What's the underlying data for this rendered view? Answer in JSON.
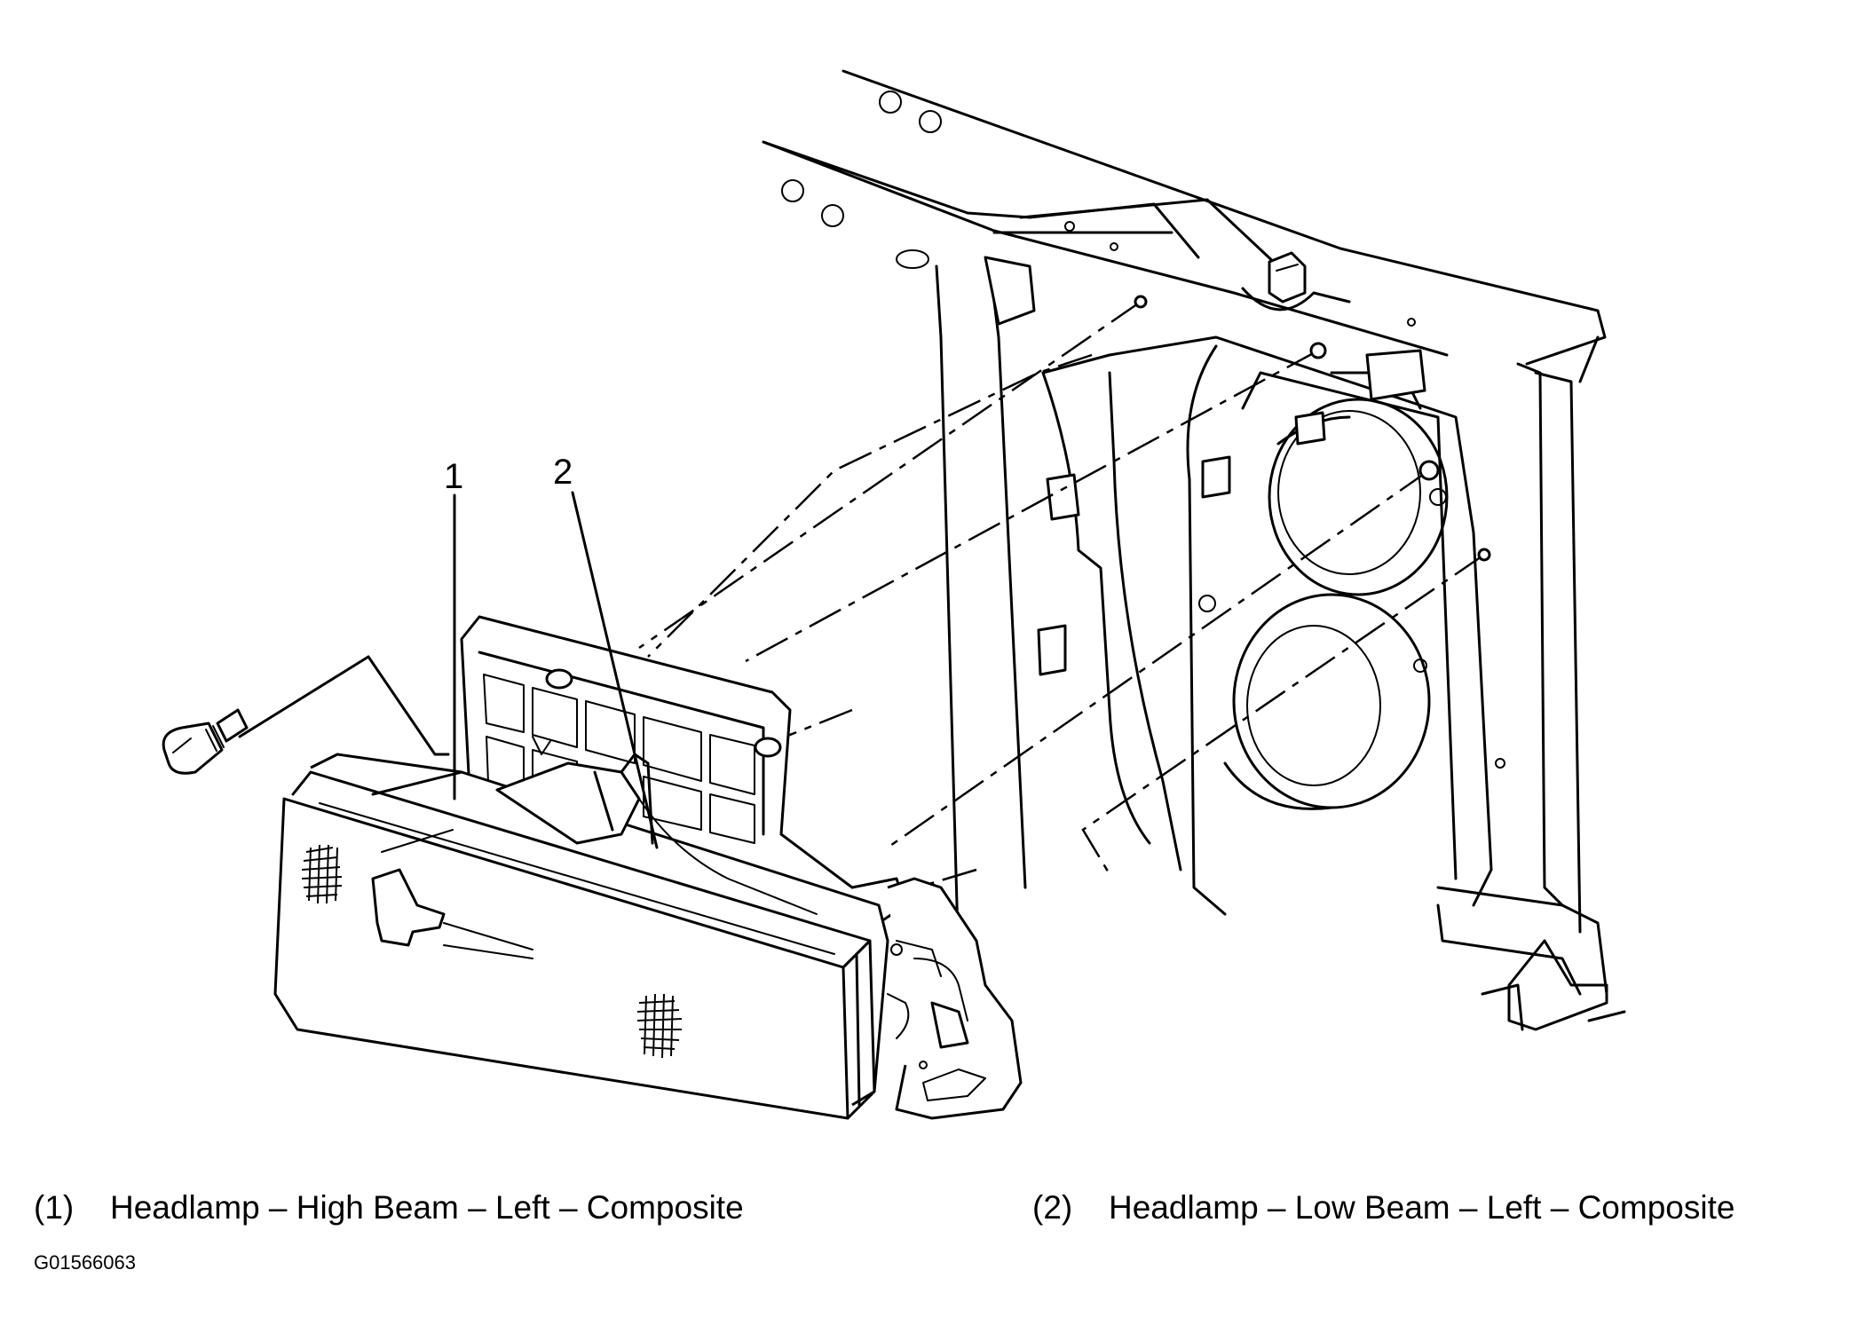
{
  "callouts": [
    {
      "id": "1",
      "label": "1"
    },
    {
      "id": "2",
      "label": "2"
    }
  ],
  "legend": [
    {
      "number": "(1)",
      "text": "Headlamp – High Beam – Left – Composite"
    },
    {
      "number": "(2)",
      "text": "Headlamp – Low Beam – Left – Composite"
    }
  ],
  "figure_id": "G01566063"
}
